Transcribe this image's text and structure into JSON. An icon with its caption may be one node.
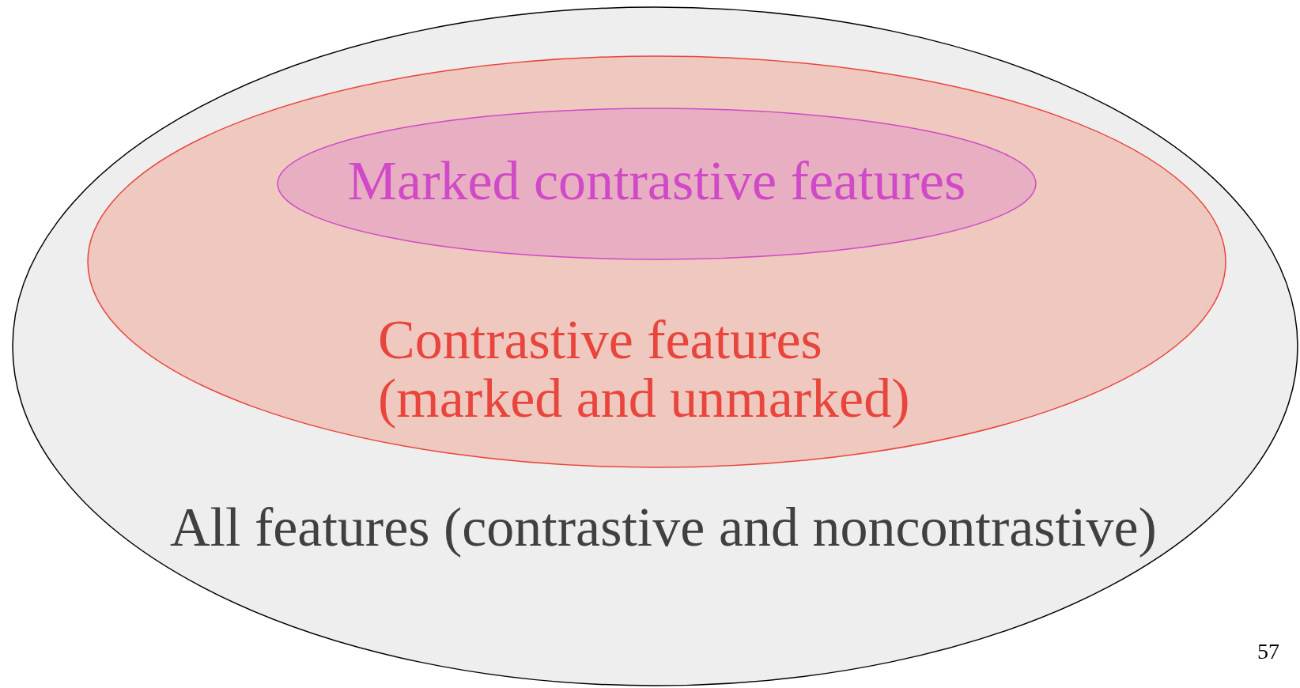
{
  "diagram": {
    "nodes": [
      {
        "text": [
          "All features (contrastive and noncontrastive)"
        ]
      },
      {
        "text": [
          "Contrastive features (marked and unmarked)"
        ],
        "in": 0
      },
      {
        "text": [
          "Marked contrastive features"
        ],
        "in": 1
      }
    ],
    "labels": [
      "57"
    ]
  }
}
